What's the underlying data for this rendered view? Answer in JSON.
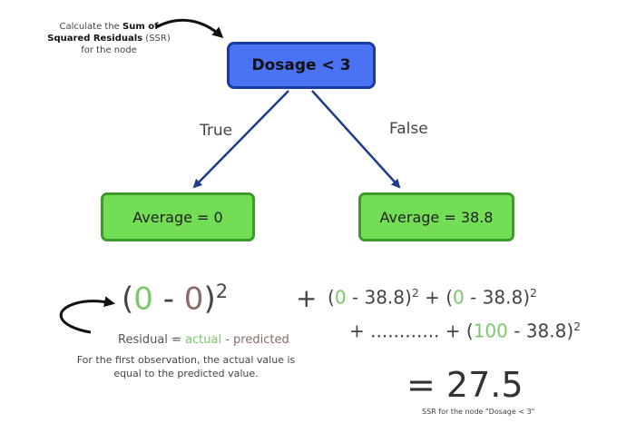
{
  "note": {
    "line1_prefix": "Calculate the",
    "line1_bold": "Sum of",
    "line2_bold": "Squared Residuals",
    "line2_suffix": "(SSR)",
    "line3": "for the node"
  },
  "tree": {
    "root": "Dosage < 3",
    "left_branch": "True",
    "right_branch": "False",
    "left_leaf": "Average = 0",
    "right_leaf": "Average = 38.8"
  },
  "first_term": {
    "actual": "0",
    "minus": " - ",
    "predicted": "0",
    "exponent": "2"
  },
  "sum": {
    "plus": "+",
    "t1_actual": "0",
    "t1_rest": " - 38.8",
    "exp": "2",
    "join": " + (",
    "t2_actual": "0",
    "t2_rest": " - 38.8",
    "line2_prefix": "+  ............ + (",
    "t3_actual": "100",
    "t3_rest": " - 38.8"
  },
  "result": {
    "text": "= 27.5",
    "caption": "SSR for the node \"Dosage < 3\""
  },
  "residual_label": {
    "prefix": "Residual = ",
    "actual": "actual",
    "suffix": " - predicted"
  },
  "explanation": {
    "line1": "For the first observation, the actual value is",
    "line2": "equal to the predicted value."
  },
  "colors": {
    "root_fill": "#4a73f3",
    "leaf_fill": "#72dd55",
    "actual": "#7bc86a",
    "predicted": "#8a6a68"
  }
}
